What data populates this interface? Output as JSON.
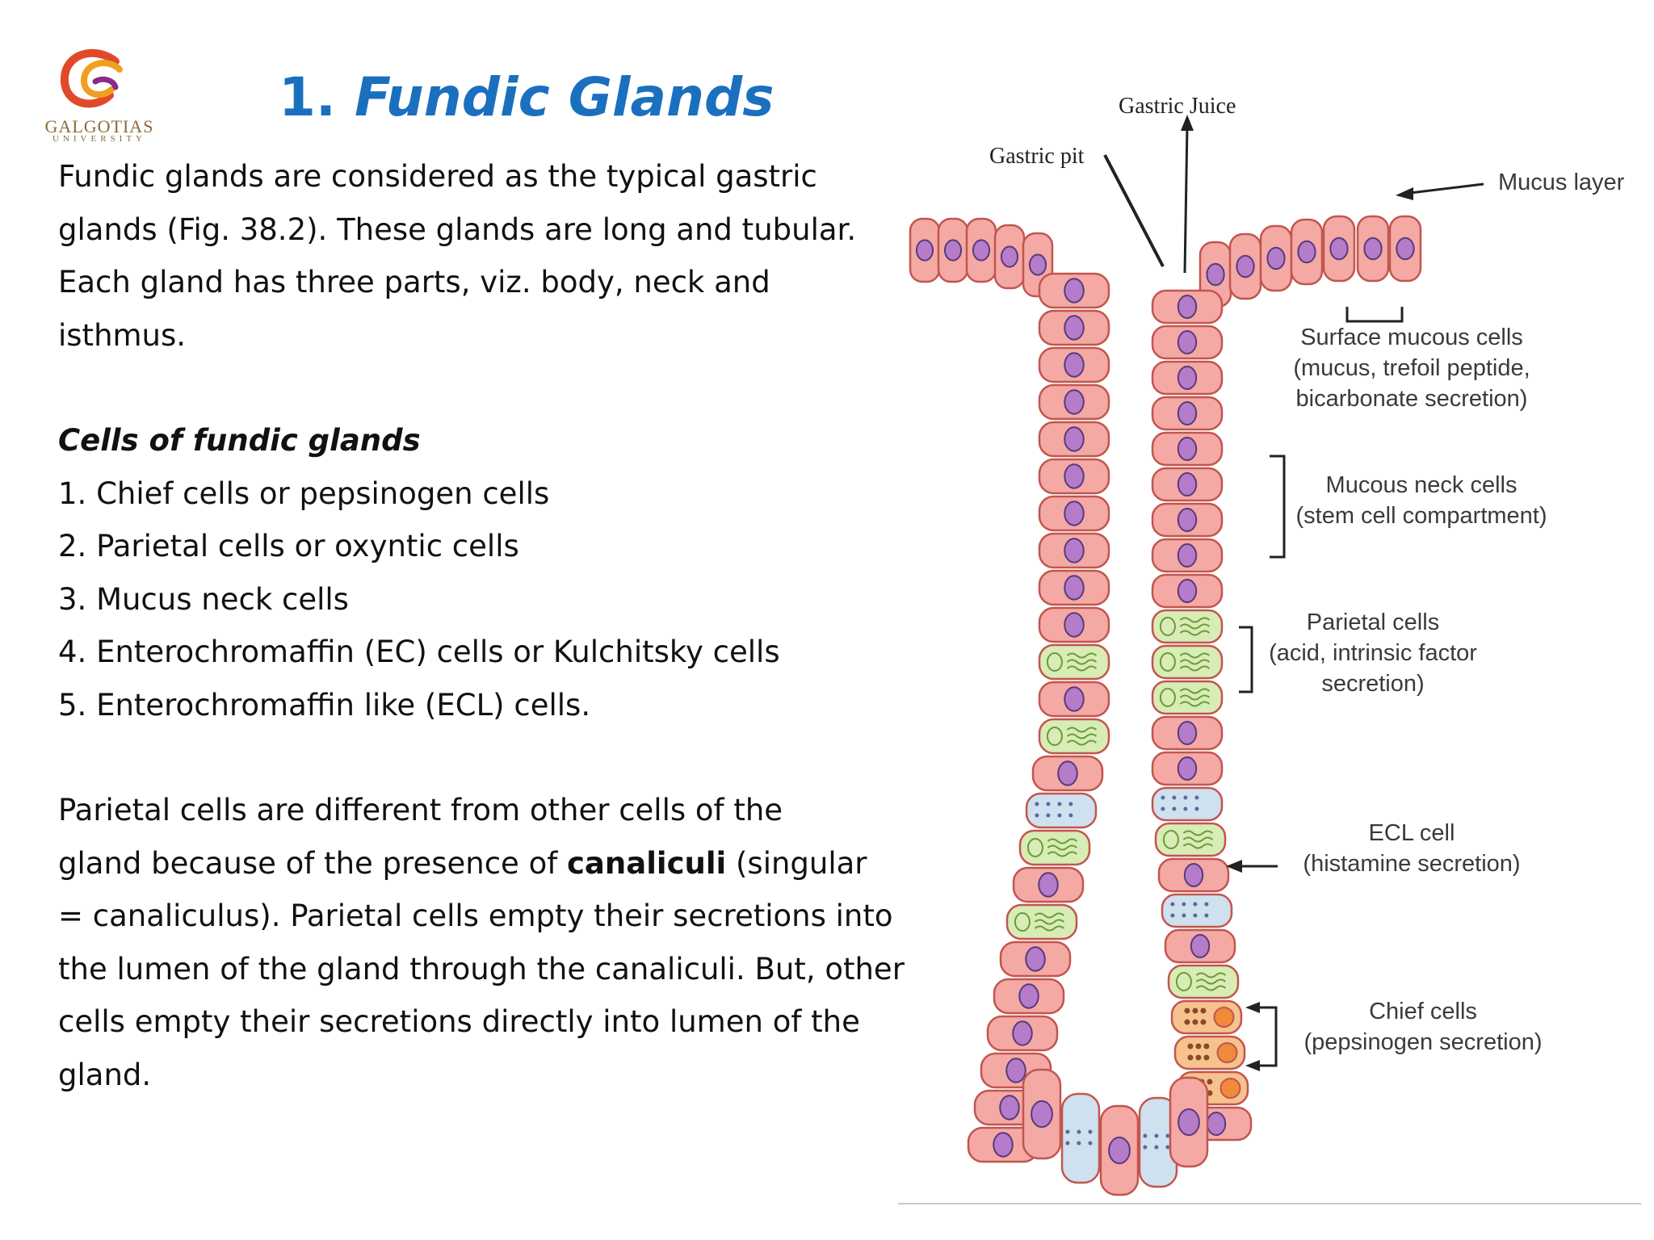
{
  "logo": {
    "name": "GALGOTIAS",
    "sub": "UNIVERSITY"
  },
  "title": {
    "number": "1.",
    "text": "Fundic Glands"
  },
  "intro_lines": [
    "Fundic glands are considered as the typical gastric",
    "glands (Fig. 38.2). These glands are long and tubular.",
    "Each gland has three parts, viz. body, neck and isthmus."
  ],
  "cells_heading": "Cells of fundic glands",
  "cells": [
    "1. Chief cells or pepsinogen cells",
    "2. Parietal cells or oxyntic cells",
    "3. Mucus neck cells",
    "4. Enterochromaffin (EC) cells or Kulchitsky cells",
    "5. Enterochromaffin like (ECL) cells."
  ],
  "parietal_para": {
    "line1": "Parietal cells are different from other cells of the",
    "line2_pre": "gland because of the presence of ",
    "line2_bold": "canaliculi",
    "line2_post": " (singular",
    "line3": "= canaliculus). Parietal cells empty their secretions into",
    "line4": "the lumen of the gland through the canaliculi. But, other",
    "line5": "cells empty their secretions directly into lumen of the",
    "line6": "gland."
  },
  "figure": {
    "gastric_juice": "Gastric Juice",
    "gastric_pit": "Gastric pit",
    "mucus_layer": "Mucus layer",
    "surface_mucous": [
      "Surface mucous cells",
      "(mucus, trefoil peptide,",
      "bicarbonate secretion)"
    ],
    "mucous_neck": [
      "Mucous neck cells",
      "(stem cell compartment)"
    ],
    "parietal": [
      "Parietal cells",
      "(acid, intrinsic factor",
      "secretion)"
    ],
    "ecl": [
      "ECL cell",
      "(histamine secretion)"
    ],
    "chief": [
      "Chief cells",
      "(pepsinogen secretion)"
    ]
  },
  "colors": {
    "title": "#1b6fbf",
    "cell_pink": "#f4a9a4",
    "nucleus_purple": "#b57cc9",
    "parietal_green": "#d8ecb5",
    "chief_orange": "#f6c28e",
    "ecl_blue": "#cfe0ef"
  }
}
